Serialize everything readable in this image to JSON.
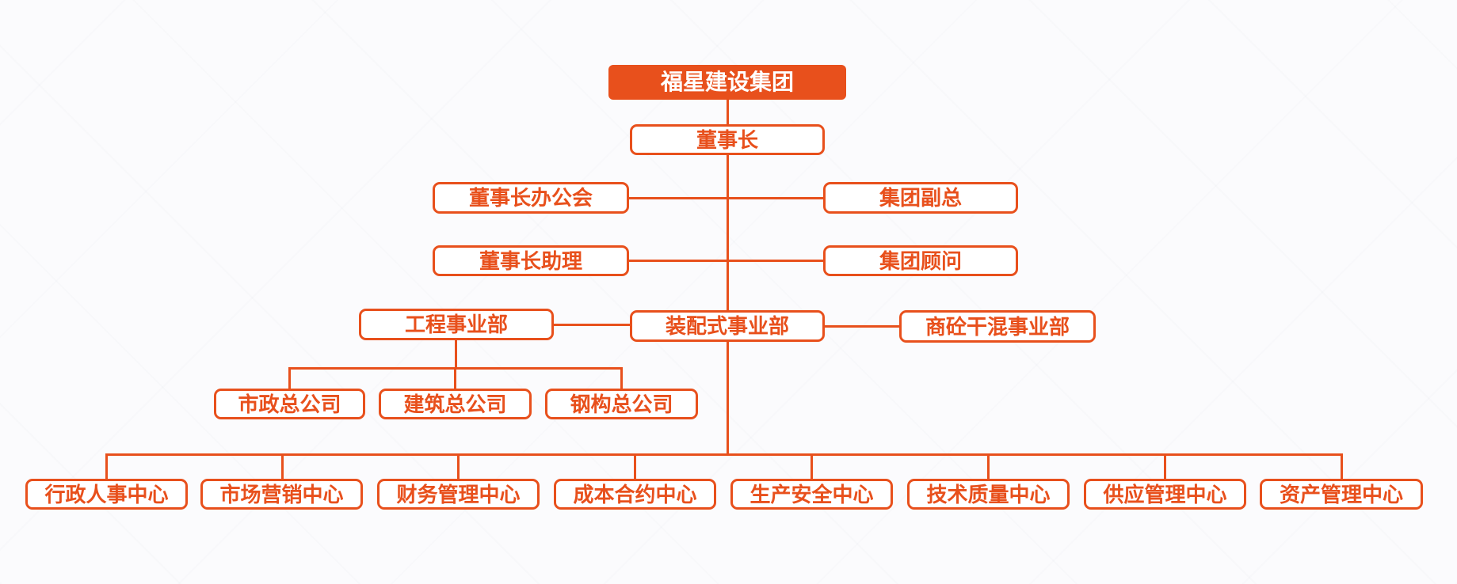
{
  "colors": {
    "accent": "#e8501c",
    "node_bg": "#ffffff",
    "root_text": "#ffffff",
    "background": "#fbfbfd"
  },
  "org": {
    "root": "福星建设集团",
    "chairman": "董事长",
    "office": "董事长办公会",
    "vice_president": "集团副总",
    "assistant": "董事长助理",
    "consultant": "集团顾问",
    "engineering_division": "工程事业部",
    "prefab_division": "装配式事业部",
    "concrete_division": "商砼干混事业部",
    "companies": [
      "市政总公司",
      "建筑总公司",
      "钢构总公司"
    ],
    "centers": [
      "行政人事中心",
      "市场营销中心",
      "财务管理中心",
      "成本合约中心",
      "生产安全中心",
      "技术质量中心",
      "供应管理中心",
      "资产管理中心"
    ]
  }
}
